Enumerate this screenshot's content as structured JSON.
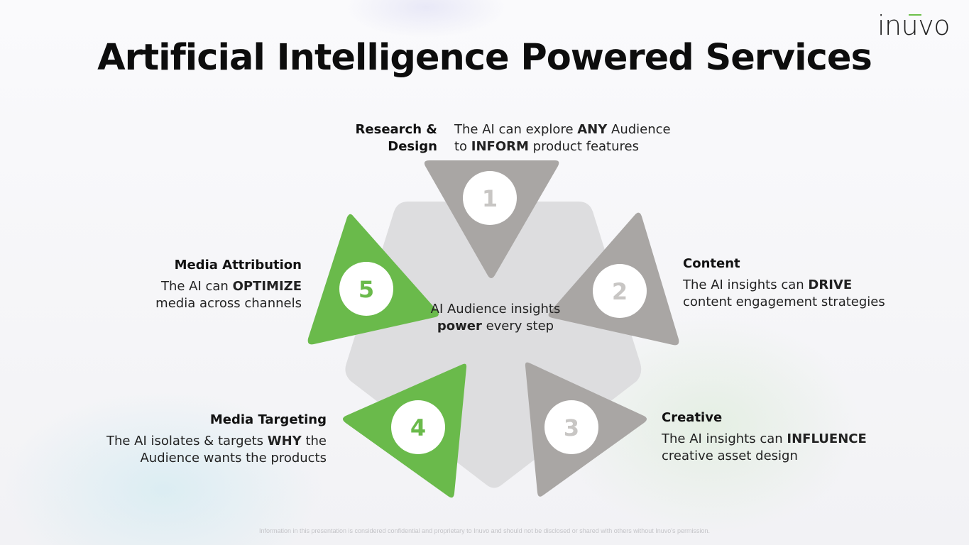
{
  "brand": {
    "logo": "inuvo"
  },
  "title": "Artificial Intelligence Powered Services",
  "center": {
    "pre": "AI Audience insights ",
    "bold": "power",
    "post": " every step"
  },
  "steps": [
    {
      "number": "1",
      "title_line1": "Research &",
      "title_line2": "Design",
      "desc_pre": "The AI can explore ",
      "desc_bold": "ANY",
      "desc_mid": " Audience",
      "desc_line2_pre": "to ",
      "desc_line2_bold": "INFORM",
      "desc_line2_post": " product features"
    },
    {
      "number": "2",
      "title": "Content",
      "desc_pre": "The AI insights can ",
      "desc_bold": "DRIVE",
      "desc_line2": "content engagement strategies"
    },
    {
      "number": "3",
      "title": "Creative",
      "desc_pre": "The AI insights can ",
      "desc_bold": "INFLUENCE",
      "desc_line2": "creative asset design"
    },
    {
      "number": "4",
      "title": "Media Targeting",
      "desc_pre": "The AI isolates & targets ",
      "desc_bold": "WHY",
      "desc_post": " the",
      "desc_line2": "Audience wants the products"
    },
    {
      "number": "5",
      "title": "Media Attribution",
      "desc_pre": "The AI can ",
      "desc_bold": "OPTIMIZE",
      "desc_line2": "media across channels"
    }
  ],
  "footer": "Information in this presentation is considered confidential and proprietary to Inuvo and should not be disclosed or shared with others without Inuvo's permission.",
  "colors": {
    "gray": "#a9a6a4",
    "green": "#6aba4b",
    "pentagon": "#dddddf",
    "number_gray": "#c8c6c4",
    "number_green": "#6aba4b"
  }
}
